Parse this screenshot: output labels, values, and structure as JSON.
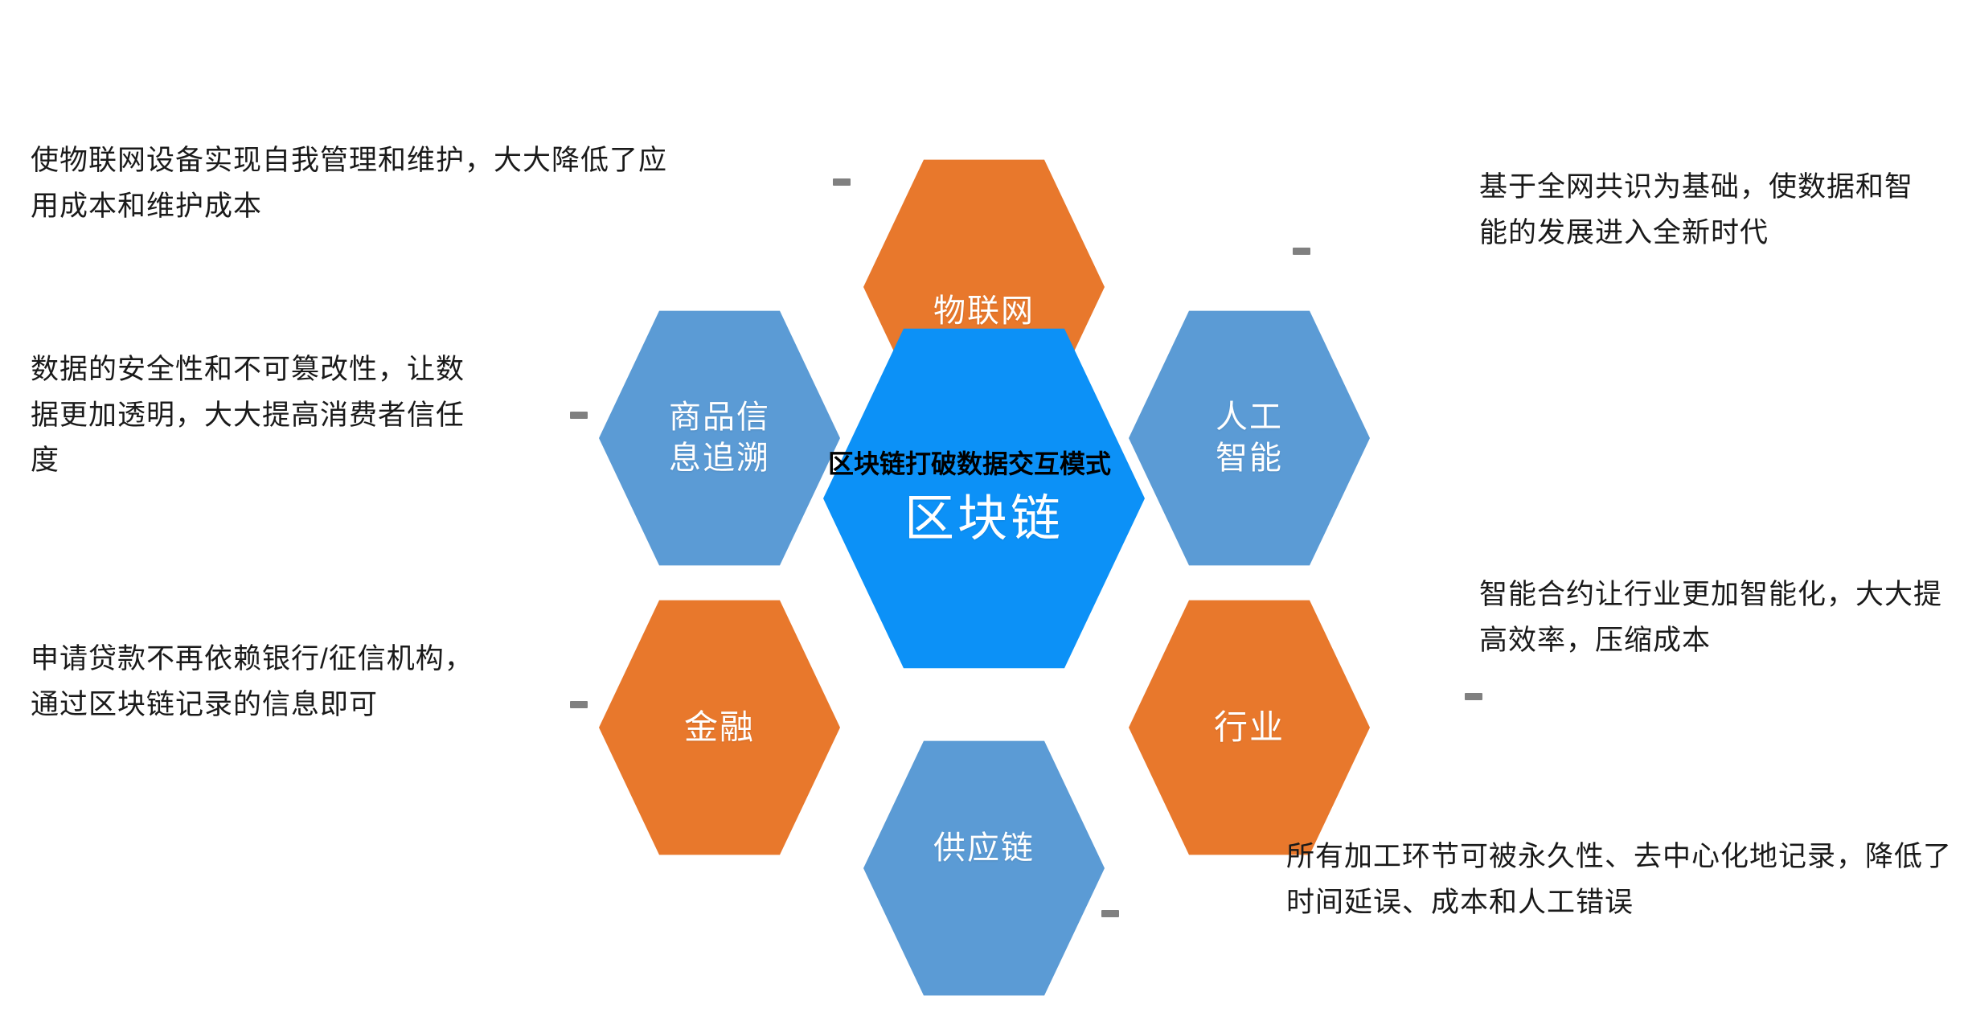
{
  "diagram": {
    "title": "区块链打破数据交互模式",
    "center": {
      "label": "区块链",
      "color": "#0C91F7"
    },
    "nodes": [
      {
        "id": "iot",
        "label": "物联网",
        "color": "#E8782C",
        "position": "top"
      },
      {
        "id": "ai",
        "label": "人工\n智能",
        "color": "#5B9BD5",
        "position": "upper-right"
      },
      {
        "id": "industry",
        "label": "行业",
        "color": "#E8782C",
        "position": "lower-right"
      },
      {
        "id": "supply",
        "label": "供应链",
        "color": "#5B9BD5",
        "position": "bottom"
      },
      {
        "id": "finance",
        "label": "金融",
        "color": "#E8782C",
        "position": "lower-left"
      },
      {
        "id": "traceability",
        "label": "商品信\n息追溯",
        "color": "#5B9BD5",
        "position": "upper-left"
      }
    ],
    "callouts": [
      {
        "id": "iot-note",
        "side": "left",
        "text": "使物联网设备实现自我管理和维护，大大降低了应用成本和维护成本"
      },
      {
        "id": "traceability-note",
        "side": "left",
        "text": "数据的安全性和不可篡改性，让数据更加透明，大大提高消费者信任度"
      },
      {
        "id": "finance-note",
        "side": "left",
        "text": "申请贷款不再依赖银行/征信机构，通过区块链记录的信息即可"
      },
      {
        "id": "ai-note",
        "side": "right",
        "text": "基于全网共识为基础，使数据和智能的发展进入全新时代"
      },
      {
        "id": "industry-note",
        "side": "right",
        "text": "智能合约让行业更加智能化，大大提高效率，压缩成本"
      },
      {
        "id": "supply-note",
        "side": "right",
        "text": "所有加工环节可被永久性、去中心化地记录，降低了时间延误、成本和人工错误"
      }
    ],
    "colors": {
      "orange": "#E8782C",
      "blue_light": "#5B9BD5",
      "blue_center": "#0C91F7",
      "connector_gray": "#808080",
      "text": "#1a1a1a",
      "background": "#ffffff"
    }
  }
}
